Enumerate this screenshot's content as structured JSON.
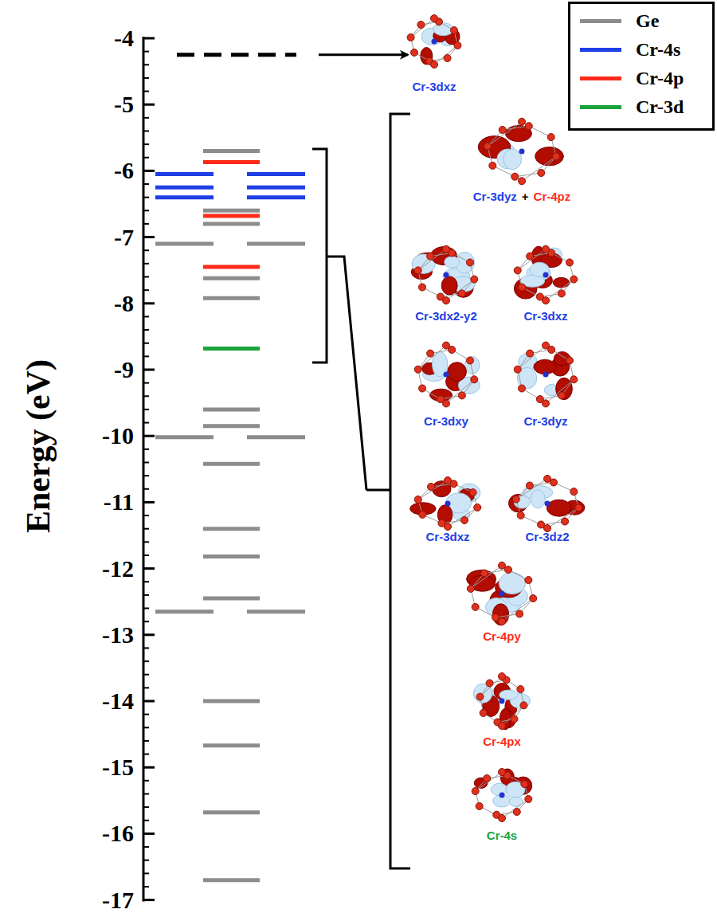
{
  "diagram": {
    "labels": [
      "-4",
      "-5",
      "-6",
      "-7",
      "-8",
      "-9",
      "-10",
      "-11",
      "-12",
      "-13",
      "-14",
      "-15",
      "-16",
      "-17",
      "Energy (eV)",
      "Cr-3dxz",
      "Cr-3dyz",
      "+",
      "Cr-4pz",
      "Cr-3dx2-y2",
      "Cr-3dxz",
      "Cr-3dxy",
      "Cr-3dyz",
      "Cr-3dxz",
      "Cr-3dz2",
      "Cr-4py",
      "Cr-4px",
      "Cr-4s"
    ],
    "legend": [
      {
        "text": "Ge",
        "color": "#8c8c8c"
      },
      {
        "text": "Cr-4s",
        "color": "#1e3fe6"
      },
      {
        "text": "Cr-4p",
        "color": "#ff2a1a"
      },
      {
        "text": "Cr-3d",
        "color": "#1aa33a"
      }
    ]
  }
}
